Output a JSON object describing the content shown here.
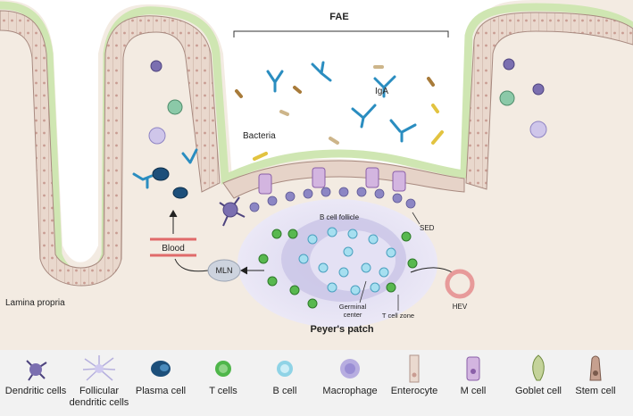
{
  "labels": {
    "fae": "FAE",
    "iga": "IgA",
    "bacteria": "Bacteria",
    "b_cell_follicle": "B cell follicle",
    "sed": "SED",
    "blood": "Blood",
    "mln": "MLN",
    "germinal_center_1": "Germinal",
    "germinal_center_2": "center",
    "t_cell_zone": "T cell zone",
    "hev": "HEV",
    "peyers_patch": "Peyer's patch",
    "lamina_propria": "Lamina propria"
  },
  "legend": [
    {
      "label": "Dendritic cells",
      "icon": "dendritic-cell-icon"
    },
    {
      "label": "Follicular dendritic cells",
      "icon": "follicular-dendritic-cell-icon"
    },
    {
      "label": "Plasma cell",
      "icon": "plasma-cell-icon"
    },
    {
      "label": "T cells",
      "icon": "t-cell-icon"
    },
    {
      "label": "B cell",
      "icon": "b-cell-icon"
    },
    {
      "label": "Macrophage",
      "icon": "macrophage-icon"
    },
    {
      "label": "Enterocyte",
      "icon": "enterocyte-icon"
    },
    {
      "label": "M cell",
      "icon": "m-cell-icon"
    },
    {
      "label": "Goblet cell",
      "icon": "goblet-cell-icon"
    },
    {
      "label": "Stem cell",
      "icon": "stem-cell-icon"
    }
  ],
  "colors": {
    "tissue": "#f3ebe2",
    "epithelium": "#e8d7cc",
    "mucus": "#dbecc6",
    "t_cell": "#4fb64a",
    "b_cell": "#8fd3e6",
    "antibody": "#2a8dc0",
    "dendritic": "#7b6fb0",
    "blood": "#e06a6a"
  }
}
